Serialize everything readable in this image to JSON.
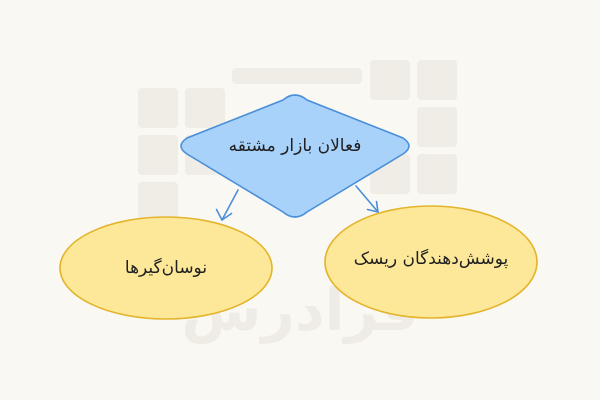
{
  "diagram": {
    "nodes": {
      "root": {
        "label": "فعالان بازار مشتقه",
        "shape": "diamond",
        "fill": "#a9d2fb",
        "stroke": "#4a8fd8"
      },
      "right": {
        "label": "پوشش‌دهندگان ریسک",
        "shape": "ellipse",
        "fill": "#fde89a",
        "stroke": "#e4b42c"
      },
      "left": {
        "label": "نوسان‌گیرها",
        "shape": "ellipse",
        "fill": "#fde89a",
        "stroke": "#e4b42c"
      }
    },
    "edges": [
      {
        "from": "root",
        "to": "left"
      },
      {
        "from": "root",
        "to": "right"
      }
    ],
    "edge_color": "#4a8fd8"
  },
  "watermark": {
    "logo_text": "فرادرس",
    "color": "#efece5"
  }
}
